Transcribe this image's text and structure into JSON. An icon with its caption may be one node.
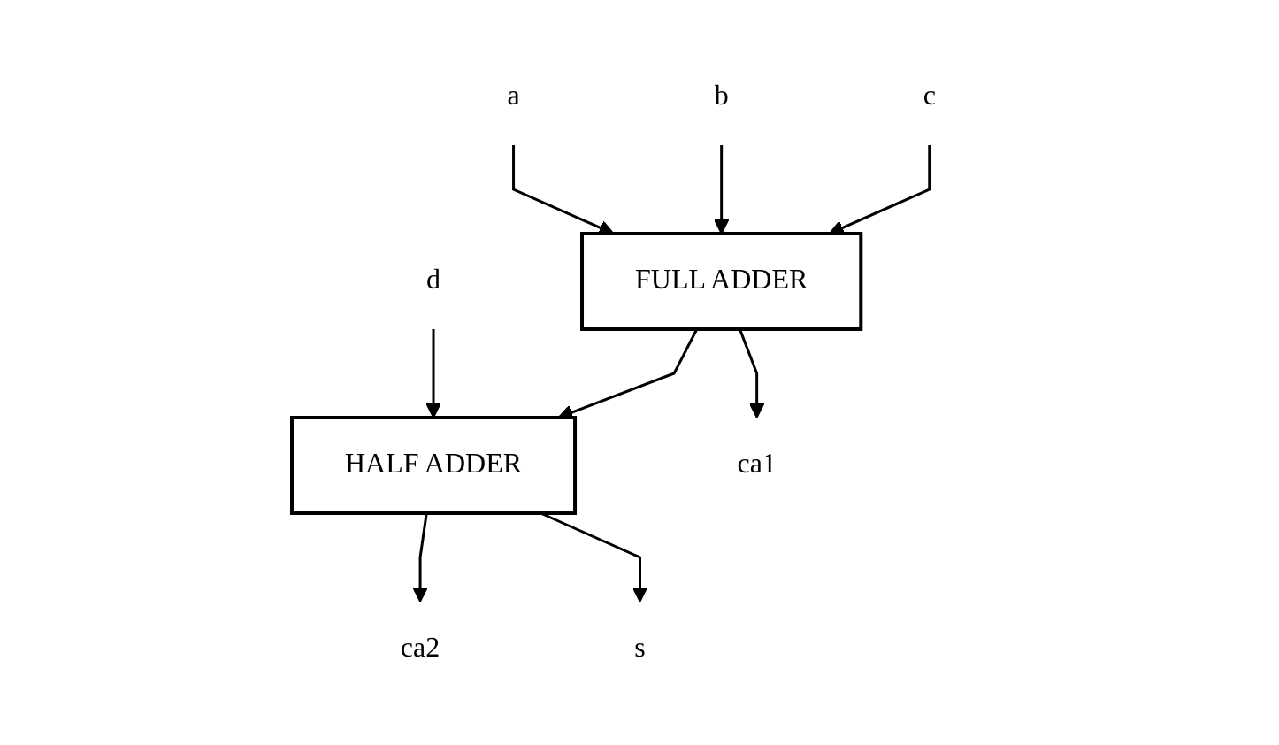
{
  "diagram": {
    "nodes": [
      {
        "text": [
          "a"
        ]
      },
      {
        "text": [
          "b"
        ]
      },
      {
        "text": [
          "c"
        ]
      },
      {
        "text": [
          "d"
        ]
      },
      {
        "text": [
          "FULL ADDER"
        ]
      },
      {
        "text": [
          "HALF ADDER"
        ]
      },
      {
        "text": [
          "ca1"
        ]
      },
      {
        "text": [
          "ca2"
        ]
      },
      {
        "text": [
          "s"
        ]
      }
    ],
    "edges": [
      {
        "from": 0,
        "to": 4,
        "arrow": "to"
      },
      {
        "from": 1,
        "to": 4,
        "arrow": "to"
      },
      {
        "from": 2,
        "to": 4,
        "arrow": "to"
      },
      {
        "from": 3,
        "to": 5,
        "arrow": "to"
      },
      {
        "from": 4,
        "to": 6,
        "arrow": "to"
      },
      {
        "from": 4,
        "to": 5,
        "arrow": "to"
      },
      {
        "from": 5,
        "to": 7,
        "arrow": "to"
      },
      {
        "from": 5,
        "to": 8,
        "arrow": "to"
      }
    ]
  }
}
